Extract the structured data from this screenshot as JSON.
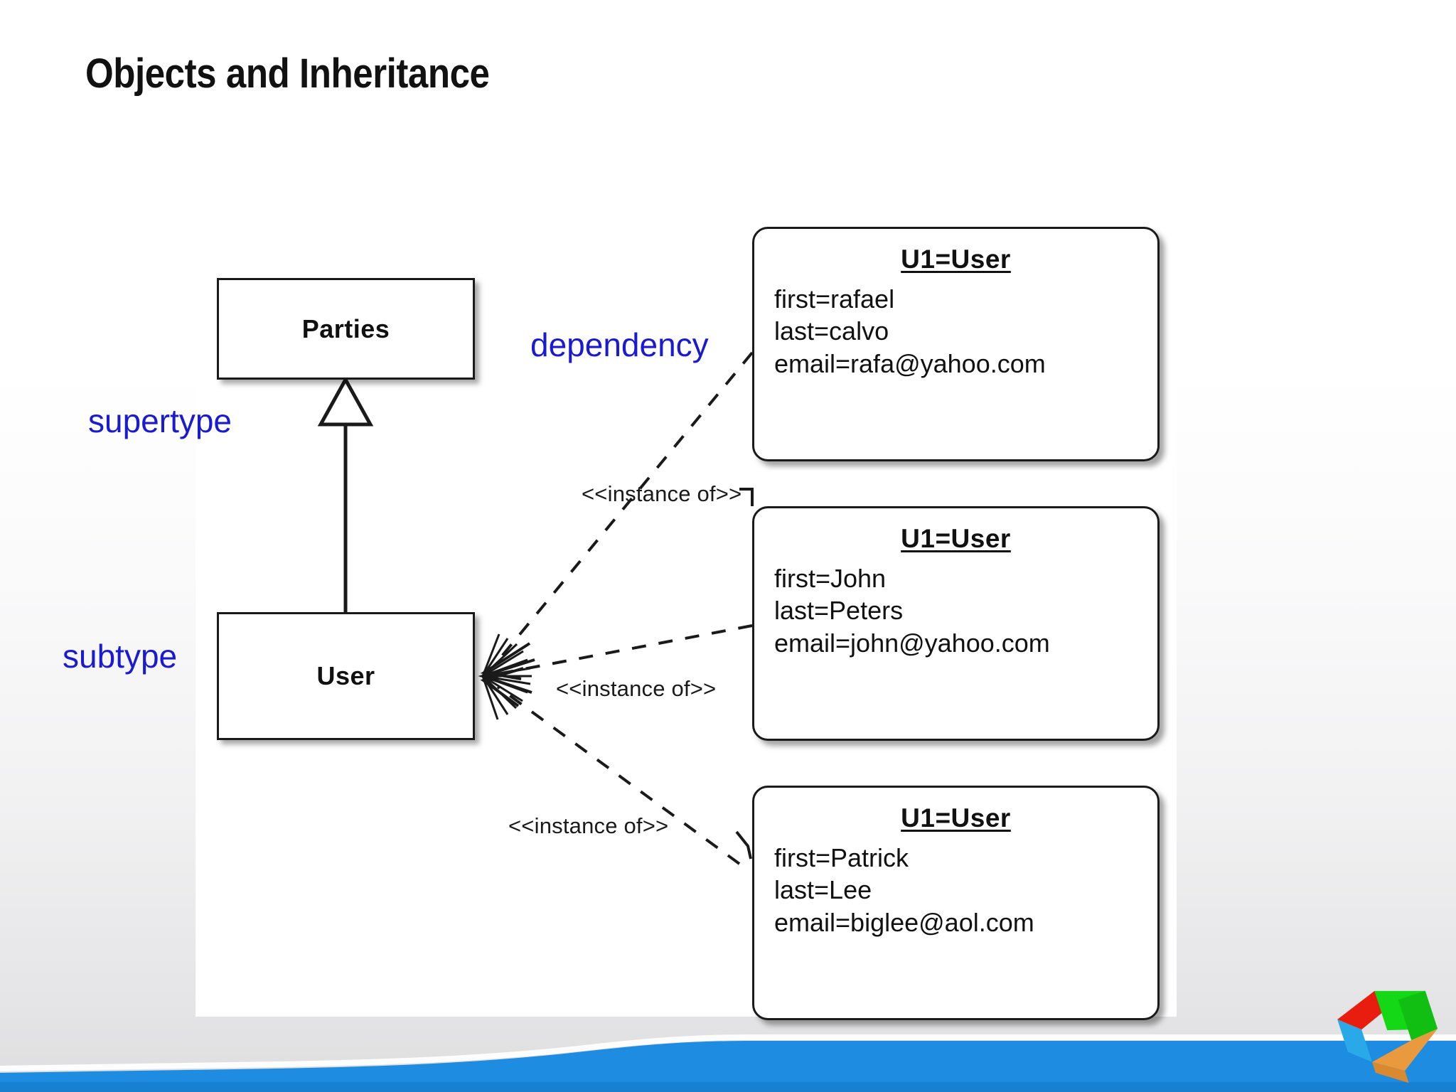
{
  "slide": {
    "title": "Objects and Inheritance",
    "accent_blue": "#1a1ad0",
    "wave_color": "#1e8ce0",
    "background_top": "#ffffff",
    "background_bottom": "#dededf"
  },
  "diagram": {
    "type": "uml-class-object-diagram",
    "classes": [
      {
        "name": "Parties",
        "role": "supertype"
      },
      {
        "name": "User",
        "role": "subtype"
      }
    ],
    "generalization": {
      "from": "User",
      "to": "Parties",
      "arrow": "hollow-triangle"
    },
    "objects": [
      {
        "title": "U1=User",
        "attributes": [
          "first=rafael",
          "last=calvo",
          "email=rafa@yahoo.com"
        ]
      },
      {
        "title": "U1=User",
        "attributes": [
          "first=John",
          "last=Peters",
          "email=john@yahoo.com"
        ]
      },
      {
        "title": "U1=User",
        "attributes": [
          "first=Patrick",
          "last=Lee",
          "email=biglee@aol.com"
        ]
      }
    ],
    "dependencies": [
      {
        "stereotype": "<<instance of>>",
        "from": "object-0",
        "to": "User"
      },
      {
        "stereotype": "<<instance of>>",
        "from": "object-1",
        "to": "User"
      },
      {
        "stereotype": "<<instance of>>",
        "from": "object-2",
        "to": "User"
      }
    ],
    "annotations": [
      {
        "id": "supertype",
        "text": "supertype"
      },
      {
        "id": "subtype",
        "text": "subtype"
      },
      {
        "id": "dependency",
        "text": "dependency"
      }
    ]
  },
  "logo": {
    "name": "cube-logo",
    "colors": [
      "#e81c0f",
      "#14d715",
      "#2aa9e8",
      "#ea9a3e"
    ]
  }
}
